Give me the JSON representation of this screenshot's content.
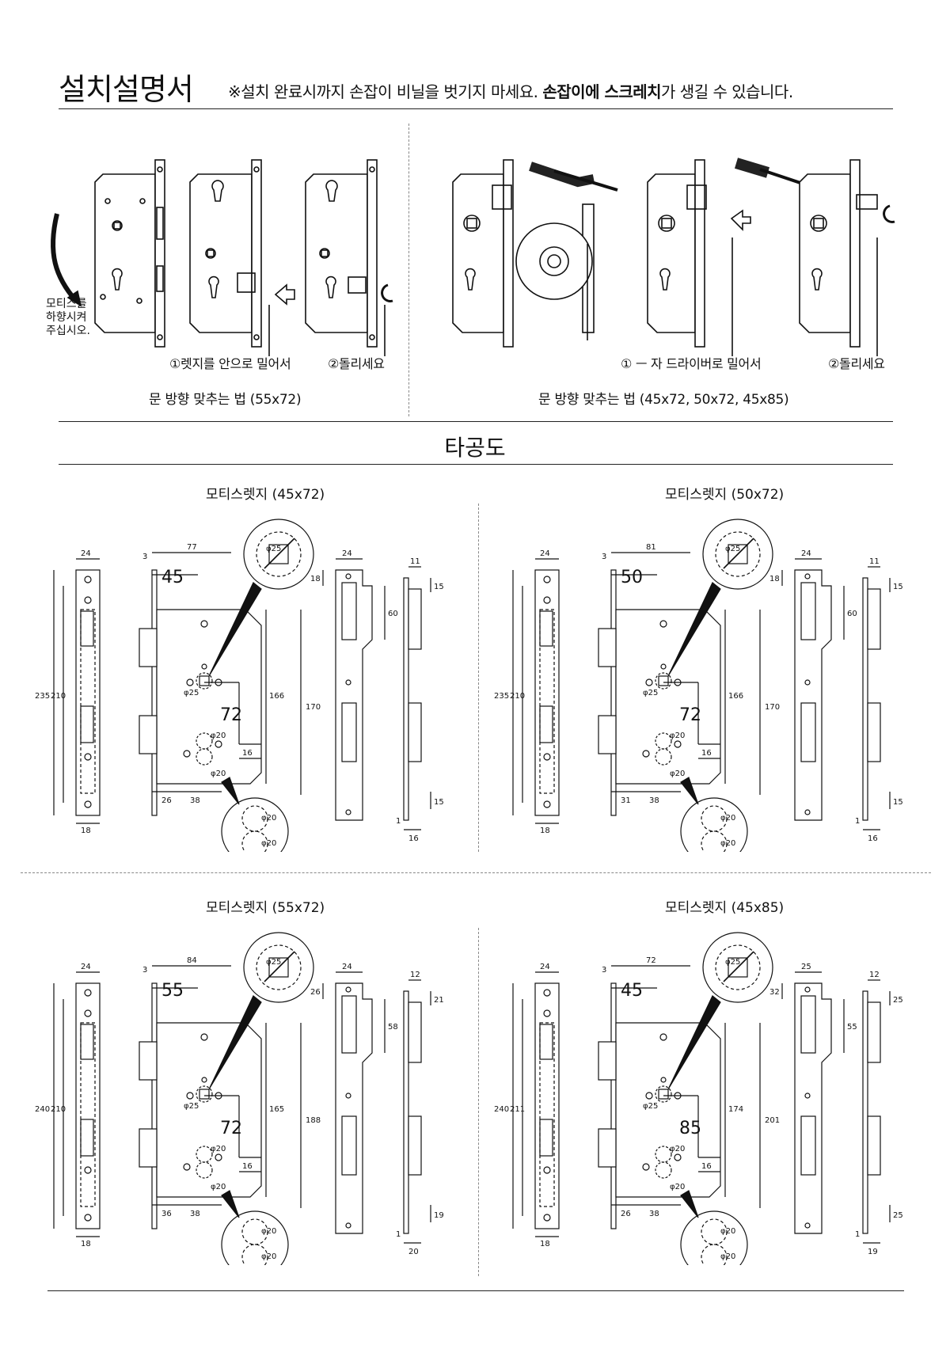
{
  "header": {
    "title": "설치설명서",
    "notice_prefix": "※설치 완료시까지 손잡이 비닐을 벗기지 마세요.",
    "notice_bold": "손잡이에 스크레치",
    "notice_suffix": "가 생길 수 있습니다."
  },
  "install": {
    "left": {
      "side_note": [
        "모티스를",
        "하향시켜",
        "주십시오."
      ],
      "step1": "①렛지를 안으로 밀어서",
      "step2": "②돌리세요",
      "caption": "문 방향 맞추는 법 (55x72)"
    },
    "right": {
      "step1": "① ㅡ 자 드라이버로 밀어서",
      "step2": "②돌리세요",
      "caption": "문 방향 맞추는 법 (45x72, 50x72, 45x85)"
    }
  },
  "section_title": "타공도",
  "drawings": [
    {
      "title": "모티스렛지 (45x72)",
      "face_width": "24",
      "face_outer": "235",
      "face_inner": "210",
      "face_bottom": "18",
      "offset": "3",
      "depth": "77",
      "backset": "45",
      "spindle_dia": "φ25",
      "center": "72",
      "cyl_dia": "φ20",
      "cyl_gap": "16",
      "case_h": "166",
      "total_h": "170",
      "bottom_a": "26",
      "bottom_b": "38",
      "strike_w": "24",
      "strike_top": "18",
      "strike_slot": "60",
      "side_w": "11",
      "side_top": "15",
      "side_bot": "15",
      "side_off": "1",
      "side_base": "16"
    },
    {
      "title": "모티스렛지 (50x72)",
      "face_width": "24",
      "face_outer": "235",
      "face_inner": "210",
      "face_bottom": "18",
      "offset": "3",
      "depth": "81",
      "backset": "50",
      "spindle_dia": "φ25",
      "center": "72",
      "cyl_dia": "φ20",
      "cyl_gap": "16",
      "case_h": "166",
      "total_h": "170",
      "bottom_a": "31",
      "bottom_b": "38",
      "strike_w": "24",
      "strike_top": "18",
      "strike_slot": "60",
      "side_w": "11",
      "side_top": "15",
      "side_bot": "15",
      "side_off": "1",
      "side_base": "16"
    },
    {
      "title": "모티스렛지 (55x72)",
      "face_width": "24",
      "face_outer": "240",
      "face_inner": "210",
      "face_bottom": "18",
      "offset": "3",
      "depth": "84",
      "backset": "55",
      "spindle_dia": "φ25",
      "center": "72",
      "cyl_dia": "φ20",
      "cyl_gap": "16",
      "case_h": "165",
      "total_h": "188",
      "bottom_a": "36",
      "bottom_b": "38",
      "strike_w": "24",
      "strike_top": "26",
      "strike_slot": "58",
      "side_w": "12",
      "side_top": "21",
      "side_bot": "19",
      "side_off": "1",
      "side_base": "20"
    },
    {
      "title": "모티스렛지 (45x85)",
      "face_width": "24",
      "face_outer": "240",
      "face_inner": "211",
      "face_bottom": "18",
      "offset": "3",
      "depth": "72",
      "backset": "45",
      "spindle_dia": "φ25",
      "center": "85",
      "cyl_dia": "φ20",
      "cyl_gap": "16",
      "case_h": "174",
      "total_h": "201",
      "bottom_a": "26",
      "bottom_b": "38",
      "strike_w": "25",
      "strike_top": "32",
      "strike_slot": "55",
      "side_w": "12",
      "side_top": "25",
      "side_bot": "25",
      "side_off": "1",
      "side_base": "19"
    }
  ]
}
